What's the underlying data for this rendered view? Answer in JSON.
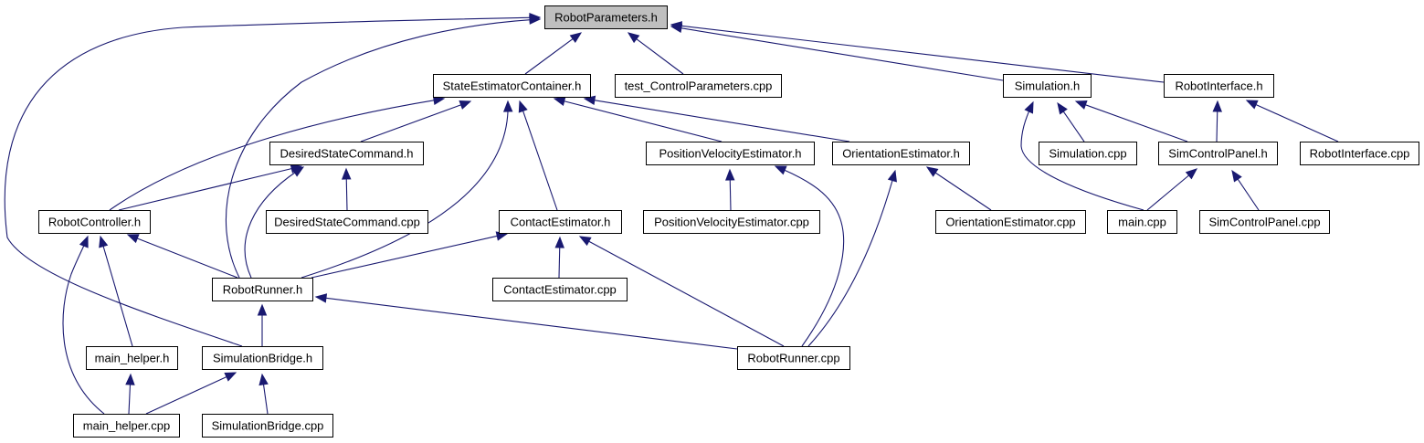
{
  "diagram": {
    "type": "include-dependency-graph",
    "colors": {
      "edge": "#191970",
      "root_fill": "#bfbfbf",
      "node_fill": "#ffffff",
      "node_border": "#000000"
    },
    "nodes": [
      {
        "id": "robot_parameters_h",
        "label": "RobotParameters.h",
        "root": true
      },
      {
        "id": "state_estimator_container_h",
        "label": "StateEstimatorContainer.h"
      },
      {
        "id": "test_control_parameters_cpp",
        "label": "test_ControlParameters.cpp"
      },
      {
        "id": "simulation_h",
        "label": "Simulation.h"
      },
      {
        "id": "robot_interface_h",
        "label": "RobotInterface.h"
      },
      {
        "id": "desired_state_command_h",
        "label": "DesiredStateCommand.h"
      },
      {
        "id": "position_velocity_estimator_h",
        "label": "PositionVelocityEstimator.h"
      },
      {
        "id": "orientation_estimator_h",
        "label": "OrientationEstimator.h"
      },
      {
        "id": "simulation_cpp",
        "label": "Simulation.cpp"
      },
      {
        "id": "sim_control_panel_h",
        "label": "SimControlPanel.h"
      },
      {
        "id": "robot_interface_cpp",
        "label": "RobotInterface.cpp"
      },
      {
        "id": "robot_controller_h",
        "label": "RobotController.h"
      },
      {
        "id": "desired_state_command_cpp",
        "label": "DesiredStateCommand.cpp"
      },
      {
        "id": "contact_estimator_h",
        "label": "ContactEstimator.h"
      },
      {
        "id": "position_velocity_estimator_cpp",
        "label": "PositionVelocityEstimator.cpp"
      },
      {
        "id": "orientation_estimator_cpp",
        "label": "OrientationEstimator.cpp"
      },
      {
        "id": "main_cpp",
        "label": "main.cpp"
      },
      {
        "id": "sim_control_panel_cpp",
        "label": "SimControlPanel.cpp"
      },
      {
        "id": "robot_runner_h",
        "label": "RobotRunner.h"
      },
      {
        "id": "contact_estimator_cpp",
        "label": "ContactEstimator.cpp"
      },
      {
        "id": "main_helper_h",
        "label": "main_helper.h"
      },
      {
        "id": "simulation_bridge_h",
        "label": "SimulationBridge.h"
      },
      {
        "id": "robot_runner_cpp",
        "label": "RobotRunner.cpp"
      },
      {
        "id": "main_helper_cpp",
        "label": "main_helper.cpp"
      },
      {
        "id": "simulation_bridge_cpp",
        "label": "SimulationBridge.cpp"
      }
    ],
    "edges": [
      {
        "from": "state_estimator_container_h",
        "to": "robot_parameters_h"
      },
      {
        "from": "test_control_parameters_cpp",
        "to": "robot_parameters_h"
      },
      {
        "from": "simulation_h",
        "to": "robot_parameters_h"
      },
      {
        "from": "robot_interface_h",
        "to": "robot_parameters_h"
      },
      {
        "from": "robot_runner_h",
        "to": "robot_parameters_h"
      },
      {
        "from": "simulation_bridge_h",
        "to": "robot_parameters_h"
      },
      {
        "from": "desired_state_command_h",
        "to": "state_estimator_container_h"
      },
      {
        "from": "robot_controller_h",
        "to": "state_estimator_container_h"
      },
      {
        "from": "robot_runner_h",
        "to": "state_estimator_container_h"
      },
      {
        "from": "contact_estimator_h",
        "to": "state_estimator_container_h"
      },
      {
        "from": "position_velocity_estimator_h",
        "to": "state_estimator_container_h"
      },
      {
        "from": "orientation_estimator_h",
        "to": "state_estimator_container_h"
      },
      {
        "from": "robot_controller_h",
        "to": "desired_state_command_h"
      },
      {
        "from": "desired_state_command_cpp",
        "to": "desired_state_command_h"
      },
      {
        "from": "robot_runner_h",
        "to": "desired_state_command_h"
      },
      {
        "from": "simulation_cpp",
        "to": "simulation_h"
      },
      {
        "from": "sim_control_panel_h",
        "to": "simulation_h"
      },
      {
        "from": "main_cpp",
        "to": "simulation_h"
      },
      {
        "from": "sim_control_panel_h",
        "to": "robot_interface_h"
      },
      {
        "from": "robot_interface_cpp",
        "to": "robot_interface_h"
      },
      {
        "from": "main_cpp",
        "to": "sim_control_panel_h"
      },
      {
        "from": "sim_control_panel_cpp",
        "to": "sim_control_panel_h"
      },
      {
        "from": "position_velocity_estimator_cpp",
        "to": "position_velocity_estimator_h"
      },
      {
        "from": "robot_runner_cpp",
        "to": "position_velocity_estimator_h"
      },
      {
        "from": "orientation_estimator_cpp",
        "to": "orientation_estimator_h"
      },
      {
        "from": "robot_runner_cpp",
        "to": "orientation_estimator_h"
      },
      {
        "from": "robot_runner_h",
        "to": "robot_controller_h"
      },
      {
        "from": "main_helper_h",
        "to": "robot_controller_h"
      },
      {
        "from": "main_helper_cpp",
        "to": "robot_controller_h"
      },
      {
        "from": "robot_runner_h",
        "to": "contact_estimator_h"
      },
      {
        "from": "contact_estimator_cpp",
        "to": "contact_estimator_h"
      },
      {
        "from": "robot_runner_cpp",
        "to": "contact_estimator_h"
      },
      {
        "from": "simulation_bridge_h",
        "to": "robot_runner_h"
      },
      {
        "from": "robot_runner_cpp",
        "to": "robot_runner_h"
      },
      {
        "from": "main_helper_cpp",
        "to": "main_helper_h"
      },
      {
        "from": "main_helper_cpp",
        "to": "simulation_bridge_h"
      },
      {
        "from": "simulation_bridge_cpp",
        "to": "simulation_bridge_h"
      }
    ]
  }
}
